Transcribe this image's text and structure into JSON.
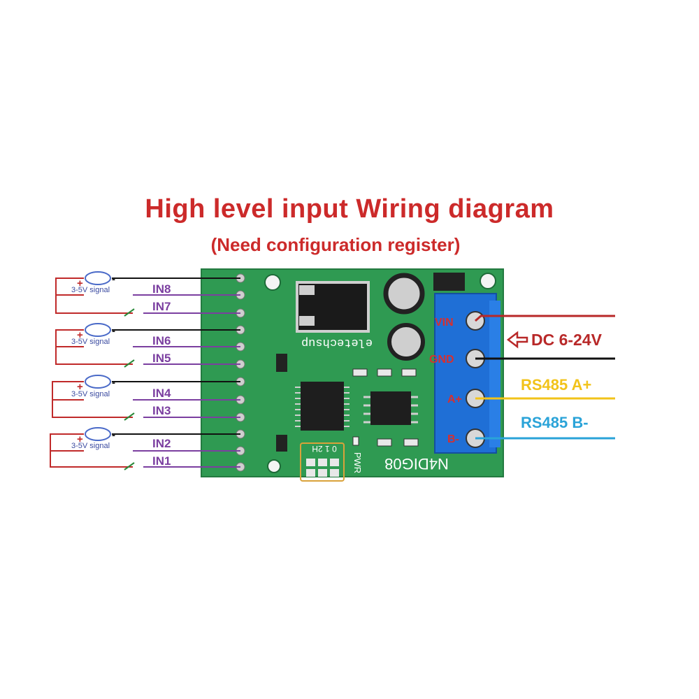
{
  "title": "High level input Wiring diagram",
  "subtitle": "(Need configuration register)",
  "signal_label": "3-5V signal",
  "plus": "+",
  "minus": "-",
  "inputs": [
    "IN8",
    "IN7",
    "IN6",
    "IN5",
    "IN4",
    "IN3",
    "IN2",
    "IN1"
  ],
  "board": {
    "model": "N4DIG08",
    "brand": "eletechsup",
    "pwr": "PWR",
    "jumper": "0 1 2H"
  },
  "terminals": {
    "vin": "VIN",
    "gnd": "GND",
    "a": "A+",
    "b": "B-"
  },
  "power_label": "DC 6-24V",
  "rs485_a_label": "RS485 A+",
  "rs485_b_label": "RS485 B-",
  "colors": {
    "title": "#cc2a2a",
    "input_label": "#7b3fa0",
    "rs485_a": "#f2c31a",
    "rs485_b": "#2aa3d8",
    "power": "#b82828",
    "pcb": "#2f9a52",
    "terminal": "#1f6fd6"
  }
}
